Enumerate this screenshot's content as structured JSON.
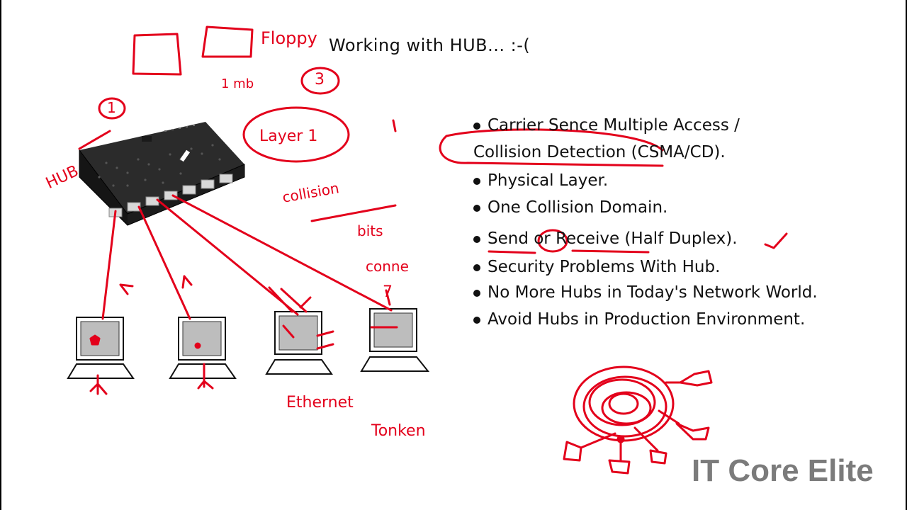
{
  "title": "Working with HUB... :-(",
  "bullets": [
    "Carrier Sence Multiple Access /",
    "Collision Detection (CSMA/CD).",
    "Physical Layer.",
    "One Collision Domain.",
    "Send or Receive (Half Duplex).",
    "Security Problems With Hub.",
    "No More Hubs in Today's Network World.",
    "Avoid Hubs in Production Environment."
  ],
  "annotations": {
    "floppy": "Floppy",
    "one_mb": "1 mb",
    "num_three": "3",
    "num_one": "1",
    "layer": "Layer 1",
    "hub": "HUB",
    "collision": "collision",
    "bits": "bits",
    "conne": "conne",
    "ethernet": "Ethernet",
    "tonken": "Tonken",
    "one_mark": "1",
    "seven_mark": "7"
  },
  "brand": "IT Core Elite",
  "colors": {
    "ink": "#e3001b",
    "text": "#111111",
    "brand": "#7b7b7b"
  }
}
